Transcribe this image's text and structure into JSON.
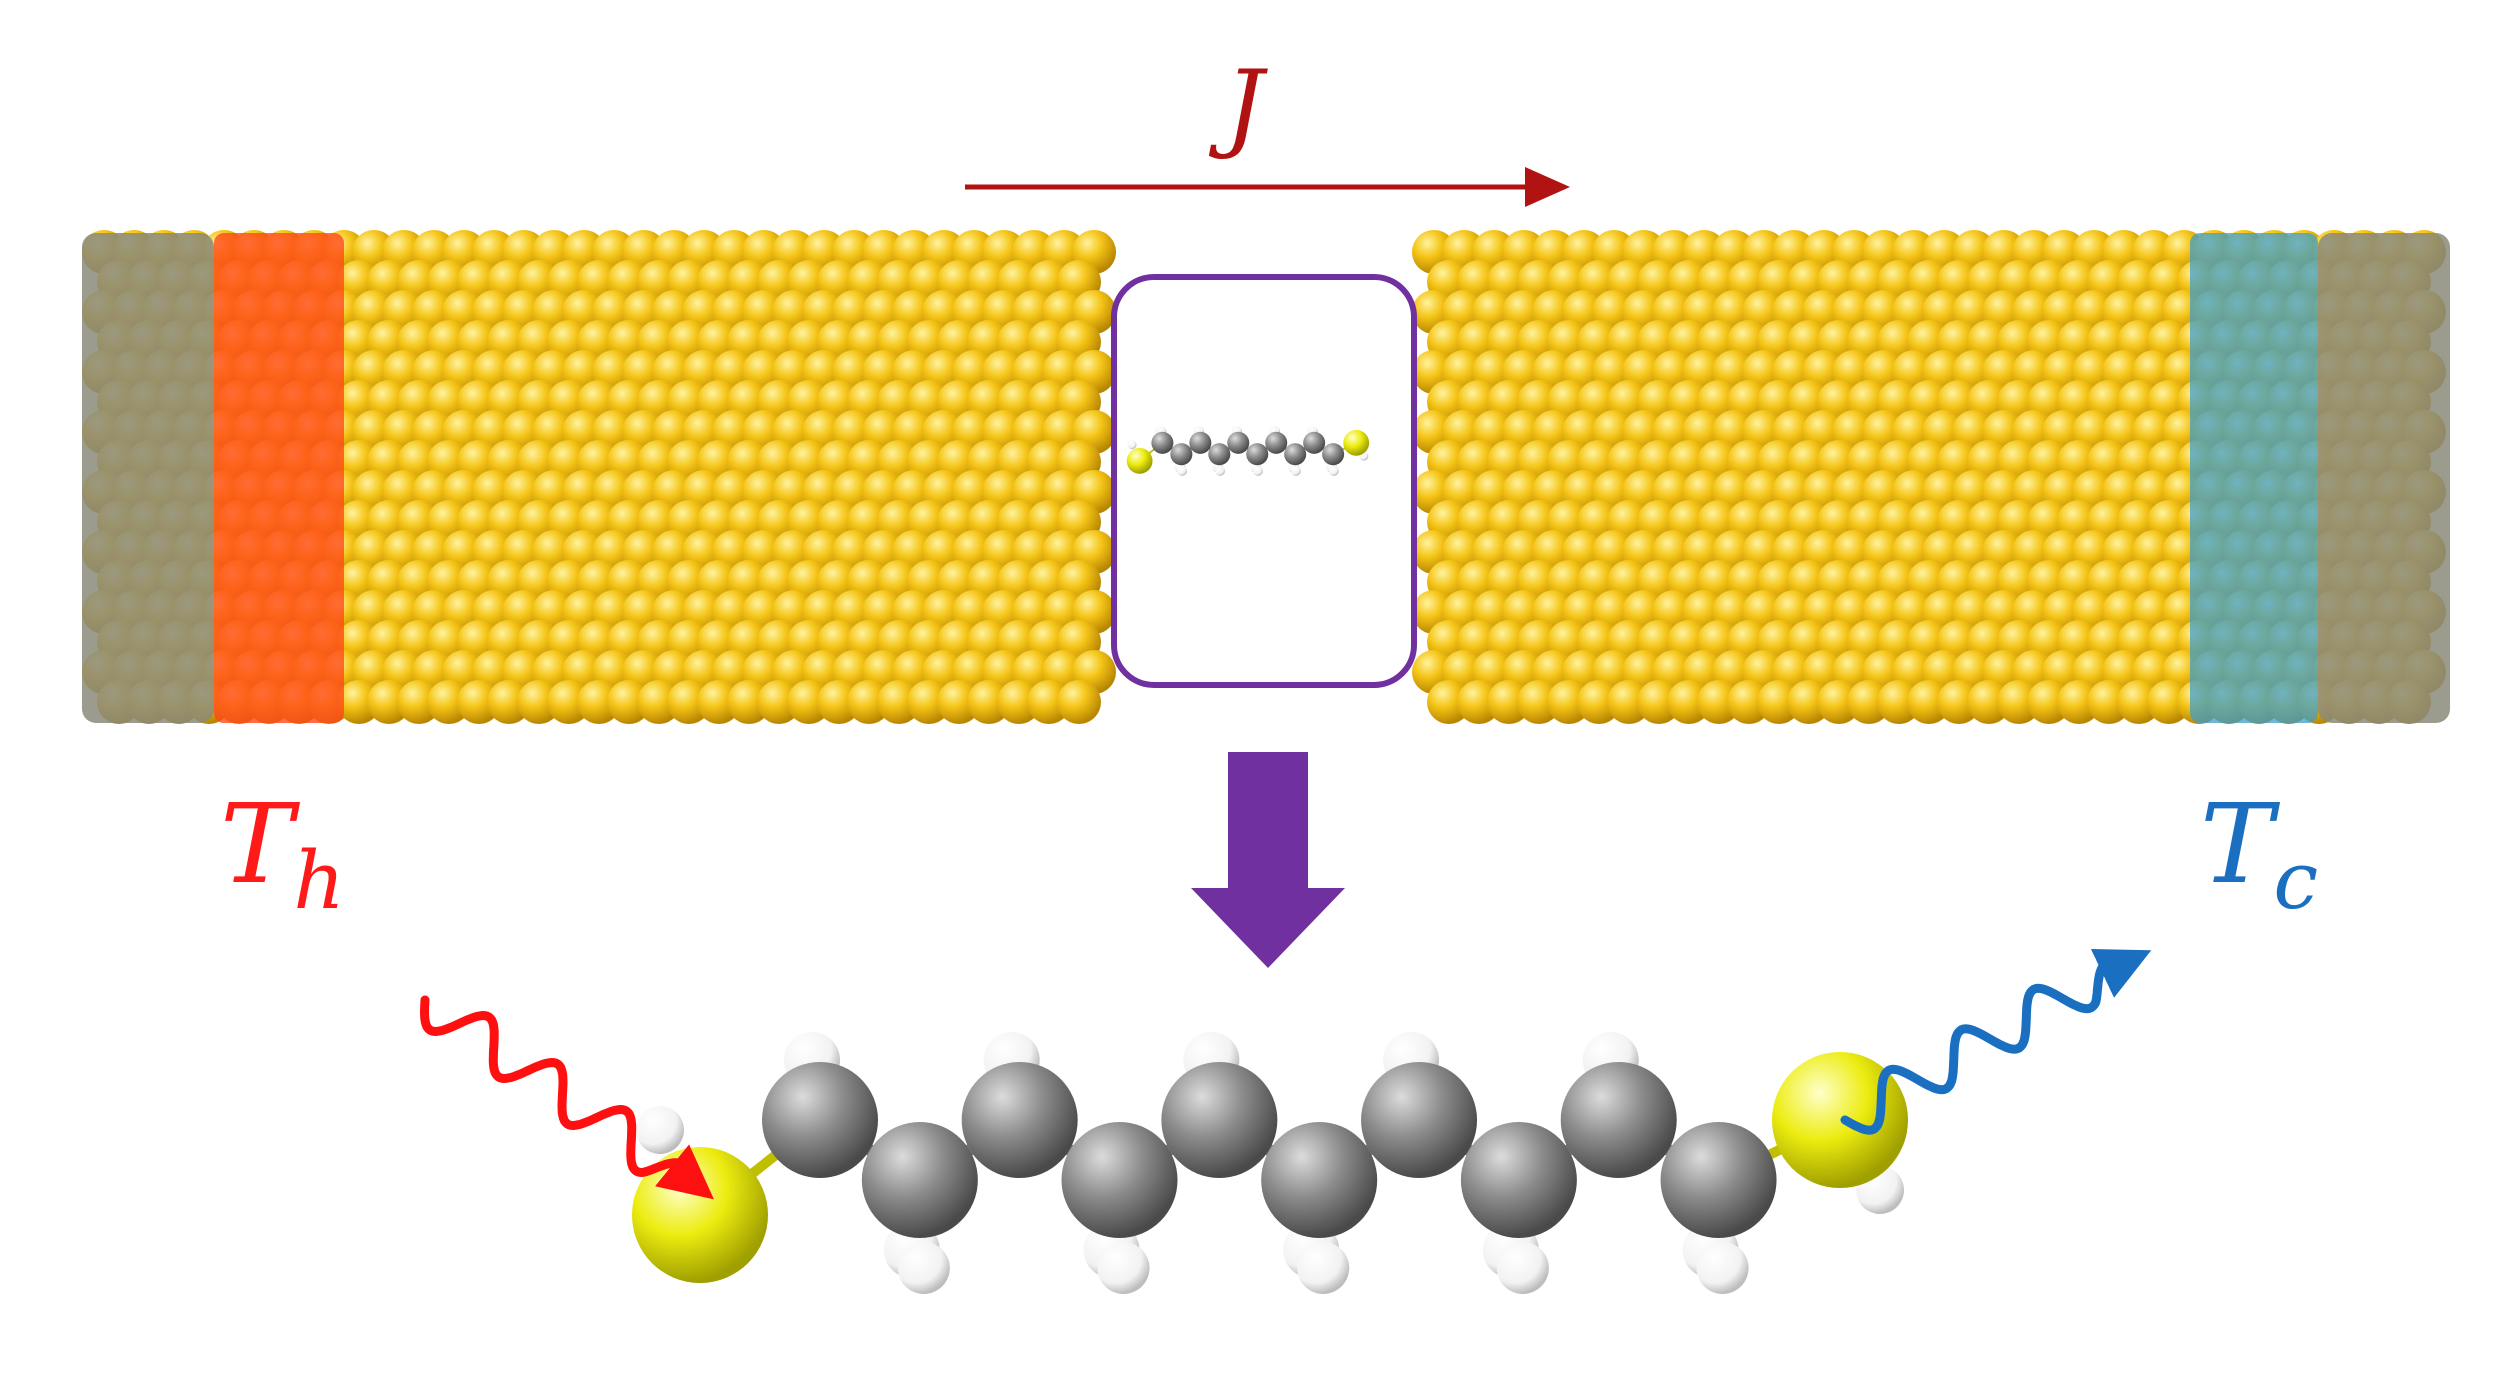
{
  "labels": {
    "flux": "J",
    "hot": {
      "main": "T",
      "sub": "h"
    },
    "cold": {
      "main": "T",
      "sub": "c"
    }
  },
  "colors": {
    "gold_atom": "#f2c014",
    "hot_reservoir": "#ff4a1a",
    "cold_reservoir": "#3f9ec9",
    "fixed_region": "#8a8a7a",
    "flux_arrow": "#b11212",
    "frame_and_arrow": "#7030a0",
    "sulfur": "#e6e600",
    "carbon": "#888888",
    "hydrogen": "#ffffff",
    "hot_wave": "#ff1010",
    "cold_wave": "#1a6fc0"
  }
}
